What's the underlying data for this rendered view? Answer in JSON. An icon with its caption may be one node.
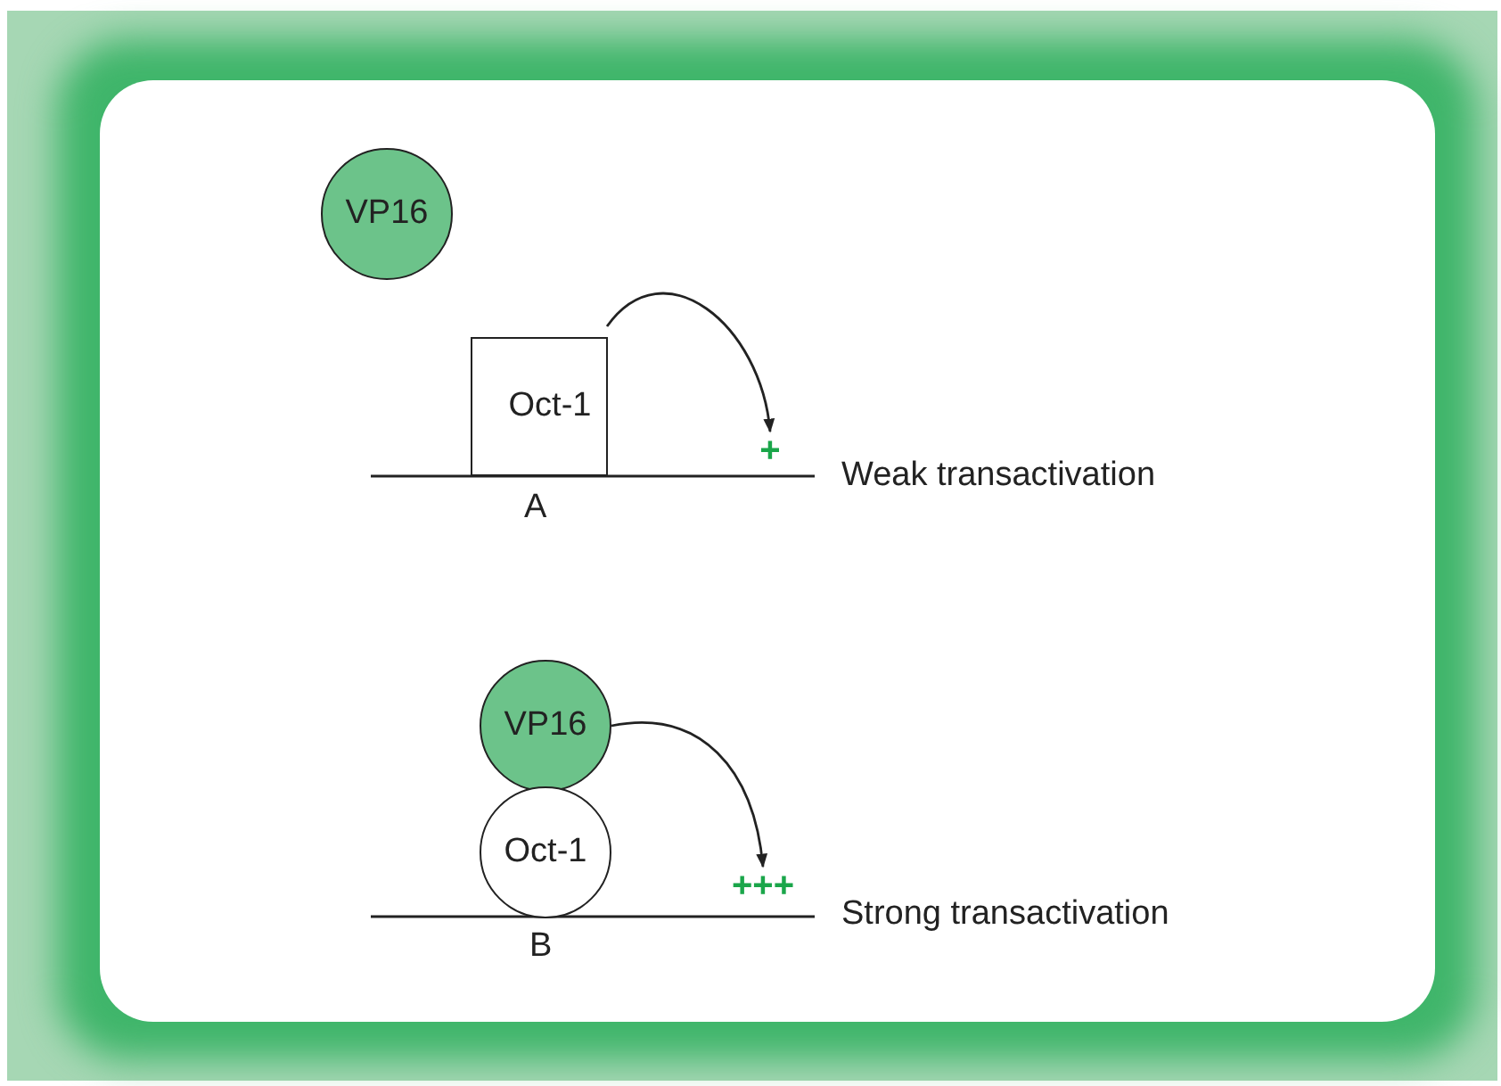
{
  "diagram": {
    "nodes": [
      {
        "text": [
          "VP16"
        ]
      },
      {
        "text": [
          "Oct-1"
        ]
      },
      {
        "text": [
          "+"
        ]
      },
      {
        "text": [
          "VP16"
        ]
      },
      {
        "text": [
          "Oct-1"
        ]
      },
      {
        "text": [
          "+++"
        ]
      }
    ],
    "edges": [
      {
        "from": 1,
        "to": 2,
        "arrow": "to"
      },
      {
        "from": 3,
        "to": 5,
        "arrow": "to"
      }
    ],
    "labels": [
      "Weak transactivation",
      "A",
      "Strong transactivation",
      "B"
    ]
  }
}
